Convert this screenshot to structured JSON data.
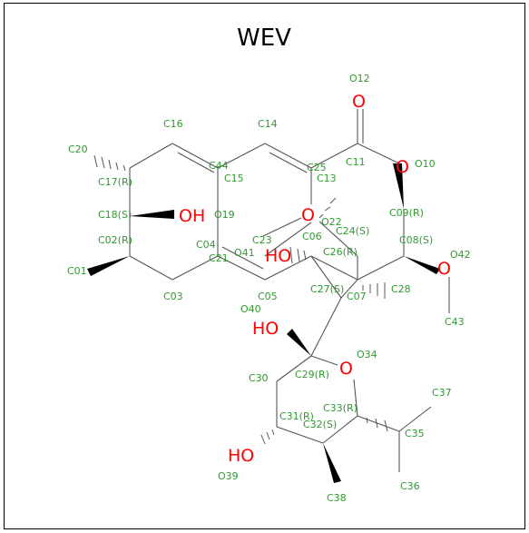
{
  "title": "WEV",
  "colors": {
    "label": "#2f9a2f",
    "hetero": "#ff0000",
    "bond": "#555555",
    "wedge": "#000000"
  },
  "atoms": {
    "O12": "O12",
    "C16": "C16",
    "C14": "C14",
    "C20": "C20",
    "C44": "C44",
    "C25": "C25",
    "C11": "C11",
    "O10": "O10",
    "C17": "C17(R)",
    "C15": "C15",
    "C13": "C13",
    "C18": "C18(S)",
    "O19": "O19",
    "O22": "O22",
    "C24": "C24(S)",
    "C09": "C09(R)",
    "C23": "C23",
    "C06": "C06",
    "C02": "C02(R)",
    "C04": "C04",
    "C41": "O41",
    "C21": "C21",
    "C26": "C26(R)",
    "C08": "C08(S)",
    "O42": "O42",
    "C01": "C01",
    "C03": "C03",
    "C05": "C05",
    "C27": "C27(S)",
    "C07": "C07",
    "C28": "C28",
    "O40": "O40",
    "C43": "C43",
    "O34": "O34",
    "C30": "C30",
    "C29": "C29(R)",
    "C37": "C37",
    "C31": "C31(R)",
    "C33": "C33(R)",
    "C32": "C32(S)",
    "C35": "C35",
    "O39": "O39",
    "C36": "C36",
    "C38": "C38"
  },
  "hetero": {
    "O12": "O",
    "O10": "O",
    "OH19": "OH",
    "O22": "O",
    "HO41": "HO",
    "O42": "O",
    "HO40": "HO",
    "O34": "O",
    "HO39": "HO"
  }
}
